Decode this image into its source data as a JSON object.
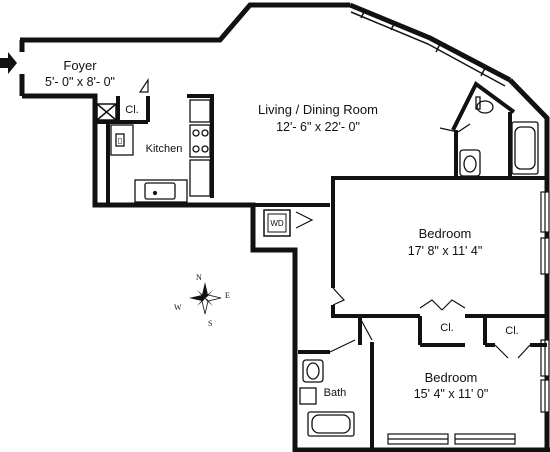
{
  "rooms": {
    "foyer": {
      "name": "Foyer",
      "size": "5'- 0\" x 8'- 0\""
    },
    "living": {
      "name": "Living / Dining Room",
      "size": "12'- 6\" x 22'- 0\""
    },
    "kitchen": {
      "name": "Kitchen"
    },
    "bedroom1": {
      "name": "Bedroom",
      "size": "17' 8\" x 11' 4\""
    },
    "bedroom2": {
      "name": "Bedroom",
      "size": "15' 4\" x 11' 0\""
    },
    "bath": {
      "name": "Bath"
    }
  },
  "closets": {
    "label": "Cl."
  },
  "fixtures": {
    "washer_dryer": "WD"
  },
  "compass": {
    "n": "N",
    "s": "S",
    "e": "E",
    "w": "W"
  }
}
